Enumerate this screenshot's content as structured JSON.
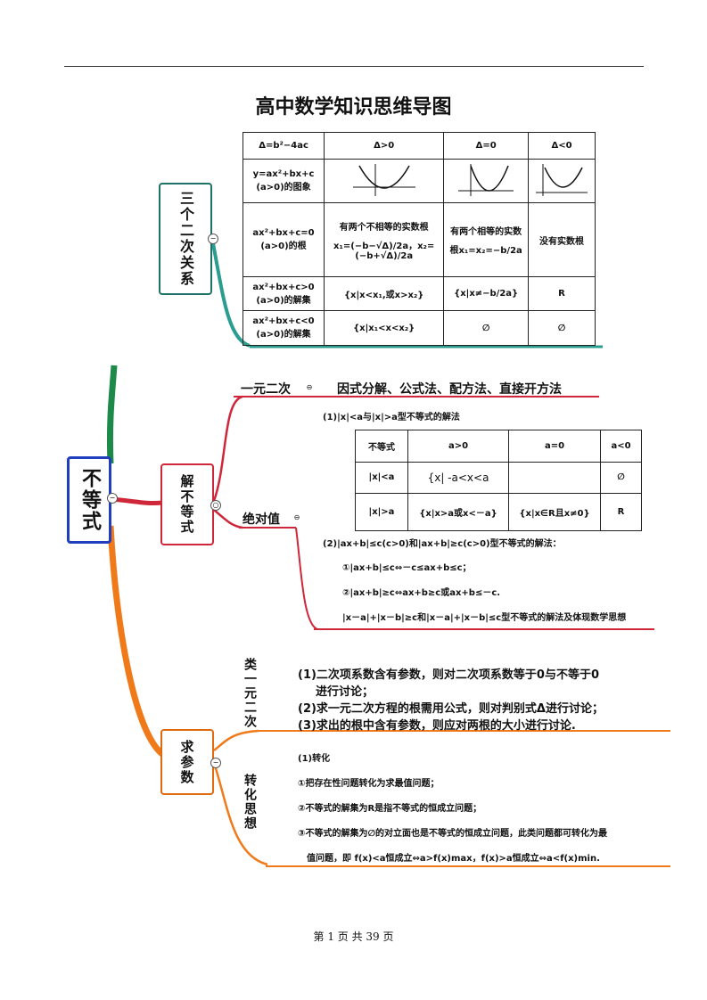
{
  "title": "高中数学知识思维导图",
  "page_number": "第 1 页 共 39 页",
  "root": {
    "label": "不等式"
  },
  "branch_quadratic": {
    "label": "三个二次关系",
    "table": {
      "header": [
        "Δ=b²−4ac",
        "Δ>0",
        "Δ=0",
        "Δ<0"
      ],
      "row_graph_label": [
        "y=ax²+bx+c",
        "(a>0)的图象"
      ],
      "row_roots_label": [
        "ax²+bx+c=0",
        "(a>0)的根"
      ],
      "roots_gt0_title": "有两个不相等的实数根",
      "roots_gt0_formula": "x₁=(−b−√Δ)/2a，x₂=(−b+√Δ)/2a",
      "roots_eq0_title": "有两个相等的实数",
      "roots_eq0_formula": "根x₁=x₂=−b/2a",
      "roots_lt0": "没有实数根",
      "row_gt_label": [
        "ax²+bx+c>0",
        "(a>0)的解集"
      ],
      "gt_gt0": "{x|x<x₁,或x>x₂}",
      "gt_eq0": "{x|x≠−b/2a}",
      "gt_lt0": "R",
      "row_lt_label": [
        "ax²+bx+c<0",
        "(a>0)的解集"
      ],
      "lt_gt0": "{x|x₁<x<x₂}",
      "lt_eq0": "∅",
      "lt_lt0": "∅"
    }
  },
  "branch_solve": {
    "label": "解不等式",
    "quadratic": {
      "label": "一元二次",
      "methods": "因式分解、公式法、配方法、直接开方法"
    },
    "abs": {
      "label": "绝对值",
      "heading1": "(1)|x|<a与|x|>a型不等式的解法",
      "table": {
        "header": [
          "不等式",
          "a>0",
          "a=0",
          "a<0"
        ],
        "row1": [
          "|x|<a",
          "{x| -a<x<a",
          "",
          "∅"
        ],
        "row2": [
          "|x|>a",
          "{x|x>a或x<－a}",
          "{x|x∈R且x≠0}",
          "R"
        ]
      },
      "heading2": "(2)|ax+b|≤c(c>0)和|ax+b|≥c(c>0)型不等式的解法：",
      "item1": "①|ax+b|≤c⇔－c≤ax+b≤c；",
      "item2": "②|ax+b|≥c⇔ax+b≥c或ax+b≤－c.",
      "item3": "|x－a|+|x－b|≥c和|x－a|+|x－b|≤c型不等式的解法及体现数学思想"
    }
  },
  "branch_param": {
    "label": "求参数",
    "quasi": {
      "label": "类一元二次",
      "line1": "(1)二次项系数含有参数，则对二次项系数等于0与不等于0",
      "line1b": "进行讨论；",
      "line2": "(2)求一元二次方程的根需用公式，则对判别式Δ进行讨论；",
      "line3": "(3)求出的根中含有参数，则应对两根的大小进行讨论."
    },
    "transform": {
      "label": "转化思想",
      "heading": "(1)转化",
      "item1": "①把存在性问题转化为求最值问题；",
      "item2": "②不等式的解集为R是指不等式的恒成立问题；",
      "item3": "③不等式的解集为∅的对立面也是不等式的恒成立问题，此类问题都可转化为最",
      "item3b": "值问题，即 f(x)<a恒成立⇔a>f(x)max，f(x)>a恒成立⇔a<f(x)min."
    }
  },
  "colors": {
    "teal": "#2a9d8f",
    "green": "#1e8a4a",
    "red": "#d0263a",
    "orange": "#f07a1a",
    "blue": "#1f3fbf"
  }
}
